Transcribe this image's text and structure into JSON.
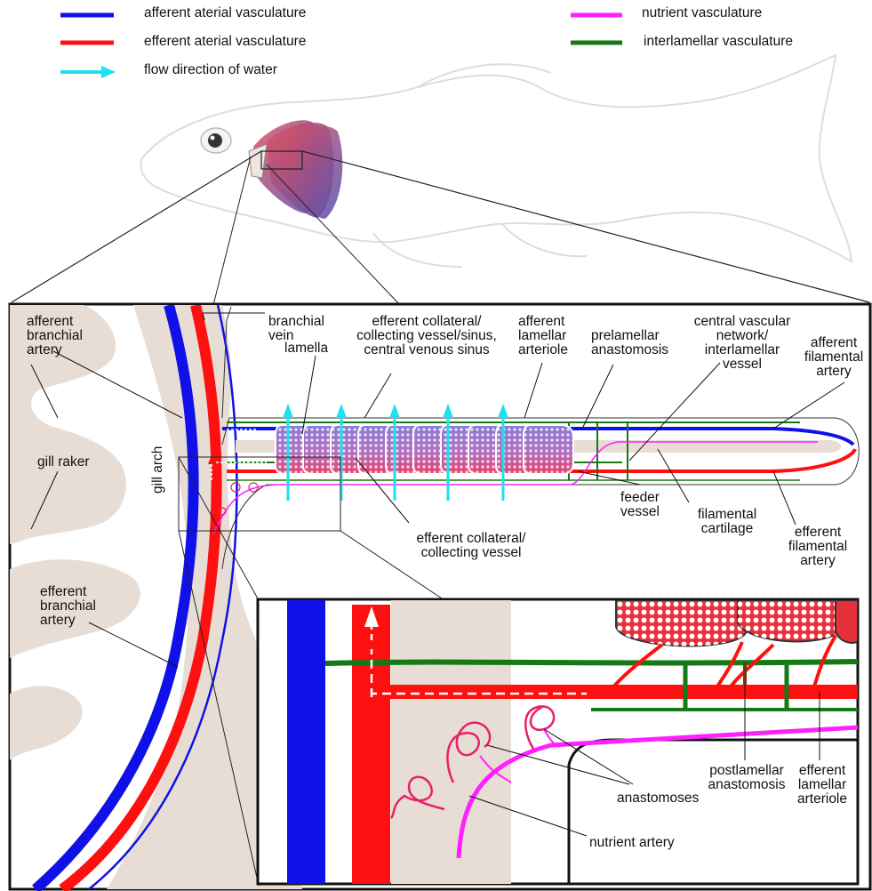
{
  "legend": {
    "afferent": "afferent aterial vasculature",
    "efferent": "efferent aterial vasculature",
    "flow": "flow direction of water",
    "nutrient": "nutrient vasculature",
    "interlamellar": "interlamellar vasculature"
  },
  "colors": {
    "afferent": "#1010e8",
    "efferent": "#ff1010",
    "flow": "#20e0f0",
    "nutrient": "#ff20ff",
    "interlamellar": "#157a15",
    "cartilage": "#e8ddd5"
  },
  "labels": {
    "afferent_branchial_artery": "afferent\nbranchial\nartery",
    "branchial_vein": "branchial\nvein",
    "lamella": "lamella",
    "efferent_collateral_sinus": "efferent collateral/\ncollecting vessel/sinus,\ncentral venous sinus",
    "afferent_lamellar_arteriole": "afferent\nlamellar\narteriole",
    "prelamellar_anastomosis": "prelamellar\nanastomosis",
    "central_vascular_network": "central vascular\nnetwork/\ninterlamellar\nvessel",
    "afferent_filamental_artery": "afferent\nfilamental\nartery",
    "gill_raker": "gill raker",
    "gill_arch": "gill arch",
    "feeder_vessel": "feeder\nvessel",
    "filamental_cartilage": "filamental\ncartilage",
    "efferent_filamental_artery": "efferent\nfilamental\nartery",
    "efferent_collateral_vessel": "efferent collateral/\ncollecting vessel",
    "efferent_branchial_artery": "efferent\nbranchial\nartery",
    "postlamellar_anastomosis": "postlamellar\nanastomosis",
    "efferent_lamellar_arteriole": "efferent\nlamellar\narteriole",
    "anastomoses": "anastomoses",
    "nutrient_artery": "nutrient artery"
  }
}
